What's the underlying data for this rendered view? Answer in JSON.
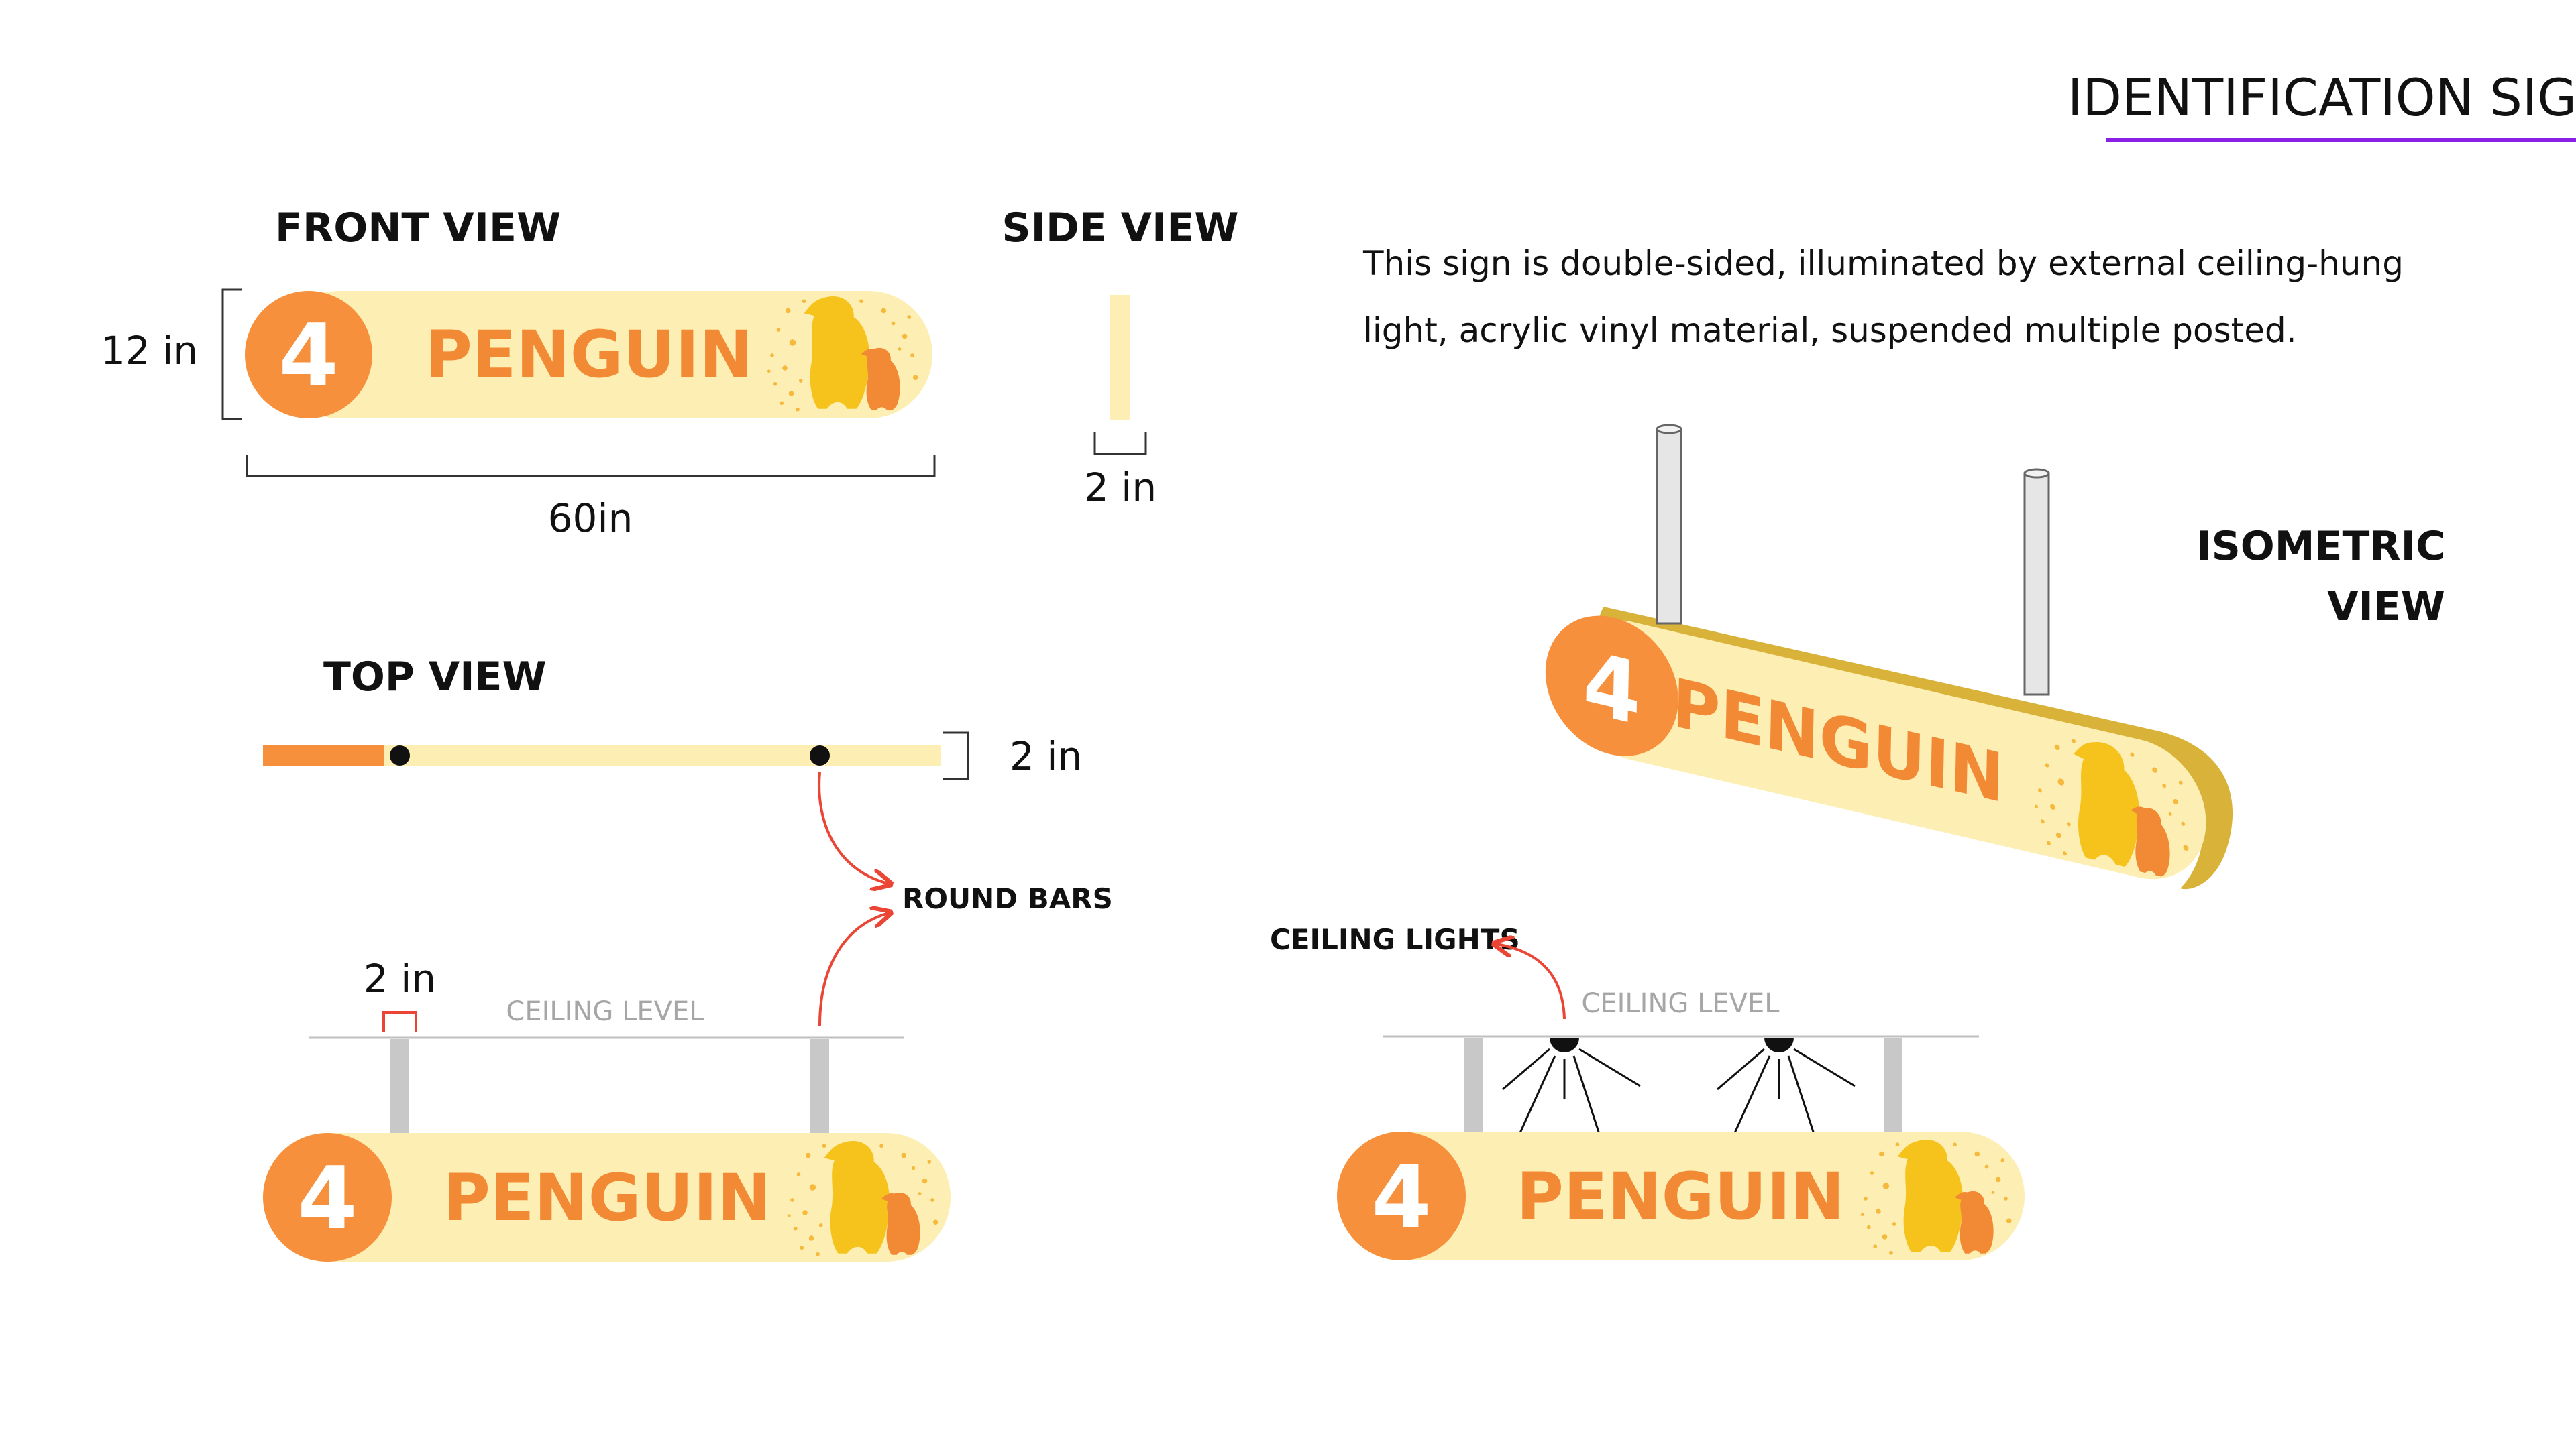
{
  "header": {
    "title": "IDENTIFICATION SIGN",
    "accent_color": "#8b20e6"
  },
  "views": {
    "front": {
      "title": "FRONT VIEW",
      "height_label": "12 in",
      "width_label": "60in"
    },
    "side": {
      "title": "SIDE VIEW",
      "depth_label": "2 in"
    },
    "top": {
      "title": "TOP VIEW",
      "depth_label": "2 in"
    },
    "isometric": {
      "title_line1": "ISOMETRIC",
      "title_line2": "VIEW"
    }
  },
  "description": {
    "line1": "This sign is double-sided, illuminated by external ceiling-hung",
    "line2": "light, acrylic vinyl material, suspended multiple posted."
  },
  "sign": {
    "number": "4",
    "name": "PENGUIN"
  },
  "annotations": {
    "round_bars": "ROUND BARS",
    "ceiling_level": "CEILING LEVEL",
    "ceiling_lights": "CEILING LIGHTS",
    "bar_width": "2 in"
  },
  "colors": {
    "sign_fill": "#fdeeb3",
    "orange": "#f7903c",
    "orange_text": "#f28a35",
    "yellow_penguin": "#f6c31d",
    "bar_gray": "#c8c8c8",
    "arrow_red": "#ea4535",
    "iso_edge": "#d9b23a"
  }
}
